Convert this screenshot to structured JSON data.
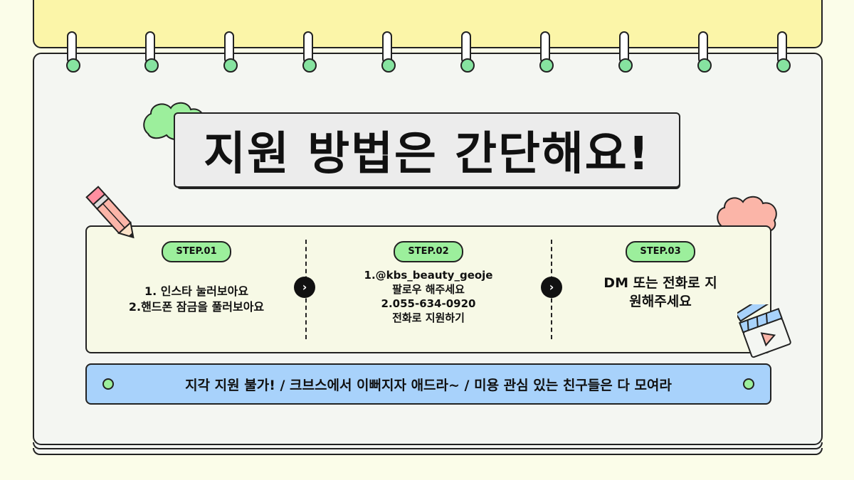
{
  "title": "지원 방법은 간단해요!",
  "steps": [
    {
      "label": "STEP.01",
      "lines": [
        "1. 인스타 눌러보아요",
        "2.핸드폰 잠금을 풀러보아요"
      ]
    },
    {
      "label": "STEP.02",
      "lines": [
        "1.@kbs_beauty_geoje",
        "팔로우 해주세요",
        "2.055-634-0920",
        "전화로 지원하기"
      ]
    },
    {
      "label": "STEP.03",
      "lines": [
        "DM 또는 전화로 지",
        "원해주세요"
      ]
    }
  ],
  "ticker": "지각 지원 불가!  /  크브스에서 이뻐지자 애드라~  / 미용 관심 있는 친구들은 다 모여라",
  "icons": {
    "next": "chevron-right-icon",
    "pencil": "pencil-icon",
    "clapper": "clapperboard-icon"
  },
  "colors": {
    "background": "#fbfde9",
    "back_sheet": "#fbf5a8",
    "sheet": "#f4f6f2",
    "accent_green": "#9cef9c",
    "accent_pink": "#fbb5a8",
    "ticker_blue": "#a8d2fb"
  }
}
